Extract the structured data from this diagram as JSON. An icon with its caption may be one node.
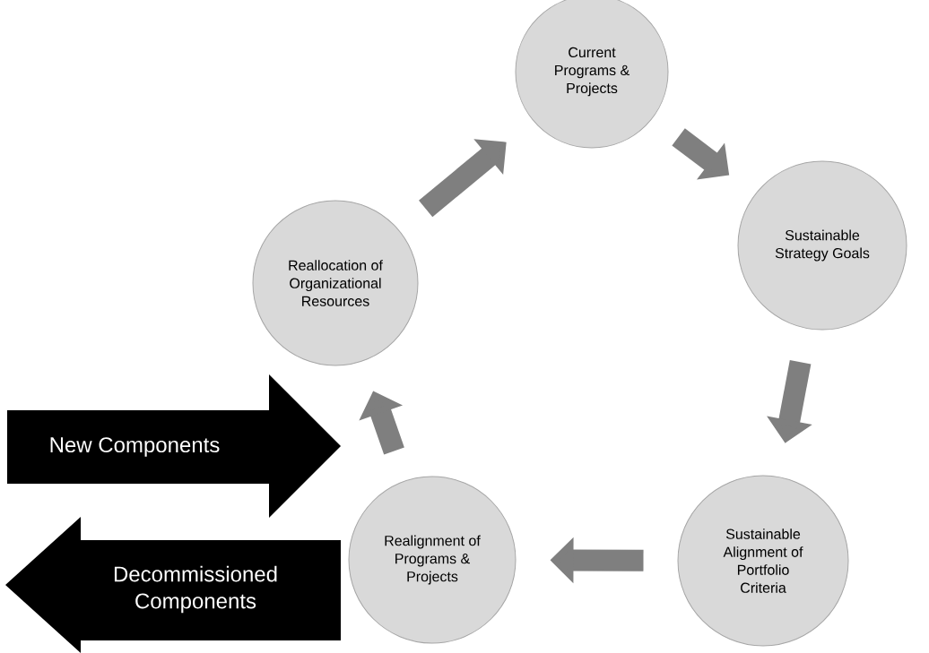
{
  "diagram": {
    "nodes": [
      {
        "text": [
          "Current Programs & Projects"
        ]
      },
      {
        "text": [
          "Reallocation of Organizational Resources"
        ]
      },
      {
        "text": [
          "Sustainable Strategy Goals"
        ]
      },
      {
        "text": [
          "New Components"
        ]
      },
      {
        "text": [
          "Realignment of Programs & Projects"
        ]
      },
      {
        "text": [
          "Sustainable Alignment of Portfolio Criteria"
        ]
      },
      {
        "text": [
          "Decommissioned Components"
        ]
      }
    ],
    "edges": [
      {
        "from": 0,
        "to": 2,
        "arrow": "to"
      },
      {
        "from": 2,
        "to": 5,
        "arrow": "to"
      },
      {
        "from": 5,
        "to": 4,
        "arrow": "to"
      },
      {
        "from": 4,
        "to": 1,
        "arrow": "to"
      },
      {
        "from": 1,
        "to": 0,
        "arrow": "to"
      }
    ]
  }
}
